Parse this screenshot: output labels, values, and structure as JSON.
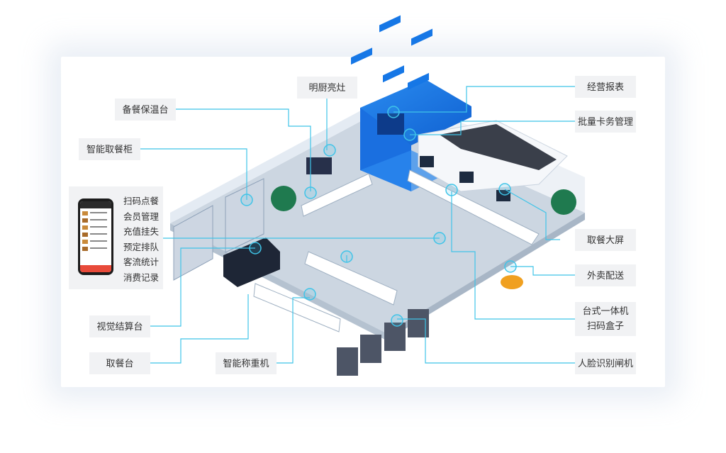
{
  "labels": {
    "mingchu": "明厨亮灶",
    "beican": "备餐保温台",
    "zhineng_qucan_gui": "智能取餐柜",
    "jingying": "经营报表",
    "piliang": "批量卡务管理",
    "qucan_daping": "取餐大屏",
    "waimai": "外卖配送",
    "taishi_line1": "台式一体机",
    "taishi_line2": "扫码盒子",
    "renlian": "人脸识别闸机",
    "shijue": "视觉结算台",
    "qucantai": "取餐台",
    "chengzhong": "智能称重机"
  },
  "features": [
    "扫码点餐",
    "会员管理",
    "充值挂失",
    "预定排队",
    "客流统计",
    "消费记录"
  ],
  "colors": {
    "line": "#3fc4e8",
    "wall": "#1677e6",
    "floor": "#c8d3de",
    "label_bg": "#f1f2f4"
  },
  "icons": [
    "phone-app",
    "restaurant-scene"
  ]
}
